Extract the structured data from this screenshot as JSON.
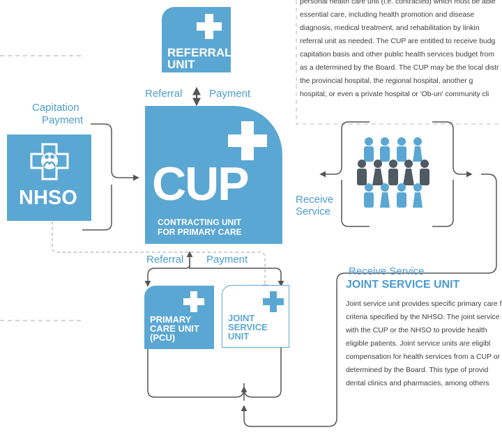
{
  "top_paragraph": {
    "lines": [
      "personal health care unit (i.e. contracted) which must be able",
      "essential care, including health promotion and disease",
      "diagnosis, medical treatment, and rehabilitation by linkin",
      "referral unit as needed. The CUP are entitled to receive budg",
      "capitation basis and other public health services budget from",
      "as a determined by the Board. The CUP may be the local distr",
      "the provincial hospital, the regional hospital, another g",
      "hospital, or even a private hospital or 'Ob-un' community cli"
    ]
  },
  "nodes": {
    "referral_unit": {
      "line1": "REFERRAL",
      "line2": "UNIT"
    },
    "cup": {
      "big": "CUP",
      "sub1": "CONTRACTING UNIT",
      "sub2": "FOR PRIMARY CARE"
    },
    "nhso": {
      "label": "NHSO"
    },
    "pcu": {
      "line1": "PRIMARY",
      "line2": "CARE UNIT",
      "line3": "(PCU)"
    },
    "jsu": {
      "line1": "JOINT",
      "line2": "SERVICE",
      "line3": "UNIT"
    }
  },
  "flow_labels": {
    "referral_top": "Referral",
    "payment_top": "Payment",
    "capitation_1": "Capitation",
    "capitation_2": "Payment",
    "receive_service_left_1": "Receive",
    "receive_service_left_2": "Service",
    "referral_bottom": "Referral",
    "payment_bottom": "Payment",
    "receive_service_right": "Receive Service"
  },
  "joint_service": {
    "heading": "JOINT SERVICE UNIT",
    "lines": [
      "Joint service unit provides specific primary care fo",
      "criteria specified by the NHSO. The joint service u",
      "with the CUP or the NHSO to provide health",
      "eligible patients. Joint service units are eligibl",
      "compensation for health services from a CUP or t",
      "determined by the Board. This type of provid",
      "dental clinics and pharmacies, among others"
    ]
  },
  "colors": {
    "blue": "#5ba7d3",
    "dark_people": "#4f5a63",
    "label_blue": "#4b9cd2",
    "arrow_gray": "#555555"
  },
  "icons": [
    "medical-cross-icon",
    "people-group-icon",
    "family-emblem-icon"
  ]
}
